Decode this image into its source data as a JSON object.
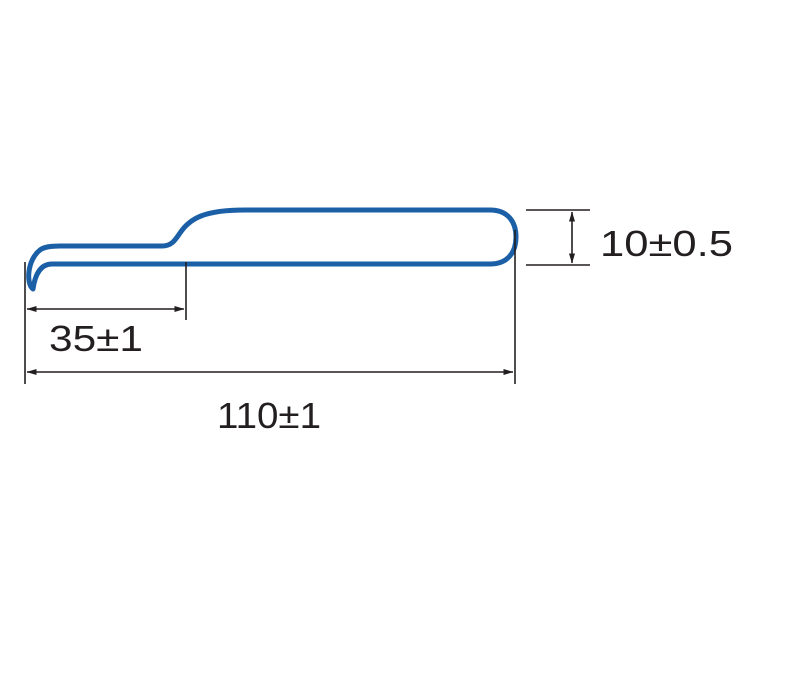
{
  "dimensions": {
    "short_length": "35±1",
    "total_length": "110±1",
    "height": "10±0.5"
  },
  "colors": {
    "profile_outline": "#1b5fa7",
    "dimension_lines": "#231f20"
  }
}
